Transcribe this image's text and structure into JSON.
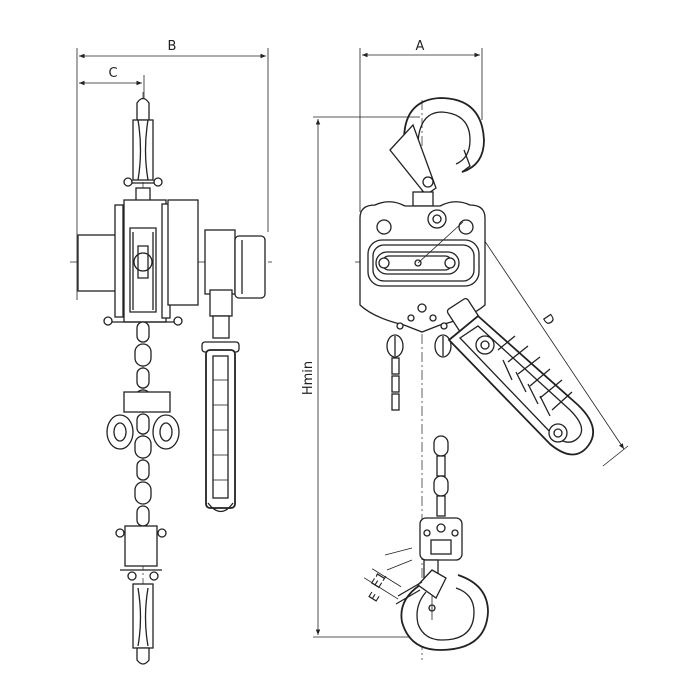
{
  "labels": {
    "a": "A",
    "b": "B",
    "c": "C",
    "d": "D",
    "e": "E",
    "e1": "E1",
    "hmin": "Hmin"
  }
}
